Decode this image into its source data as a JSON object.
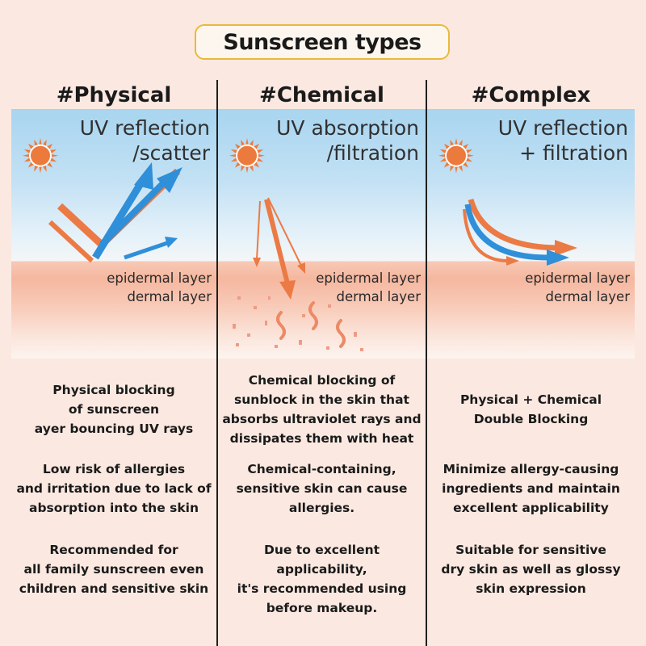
{
  "title": "Sunscreen types",
  "layers": {
    "epidermal": "epidermal layer",
    "dermal": "dermal layer"
  },
  "columns": [
    {
      "heading": "#Physical",
      "uv_label": "UV reflection\n/scatter",
      "descriptions": [
        "Physical blocking\nof sunscreen\nayer bouncing UV rays",
        "Low risk of allergies\nand irritation due to lack of\nabsorption into the skin",
        "Recommended for\nall family sunscreen even\nchildren and sensitive skin"
      ]
    },
    {
      "heading": "#Chemical",
      "uv_label": "UV absorption\n/filtration",
      "descriptions": [
        "Chemical blocking of\nsunblock in the skin that\nabsorbs ultraviolet rays and\ndissipates them with heat",
        "Chemical-containing,\nsensitive skin can cause\nallergies.",
        "Due to excellent applicability,\nit's recommended using\nbefore makeup."
      ]
    },
    {
      "heading": "#Complex",
      "uv_label": "UV reflection\n+ filtration",
      "descriptions": [
        "Physical + Chemical\nDouble Blocking",
        "Minimize allergy-causing\ningredients and maintain\nexcellent applicability",
        "Suitable for sensitive\ndry skin as well as glossy\nskin expression"
      ]
    }
  ],
  "colors": {
    "sun": "#ec7a3c",
    "uv_orange": "#ec7a44",
    "uv_blue": "#2f8fd9",
    "title_border": "#e9b93a",
    "divider": "#1f1f1f"
  },
  "icons": [
    "sun-icon",
    "uv-ray-arrow",
    "heat-wave-icon"
  ]
}
